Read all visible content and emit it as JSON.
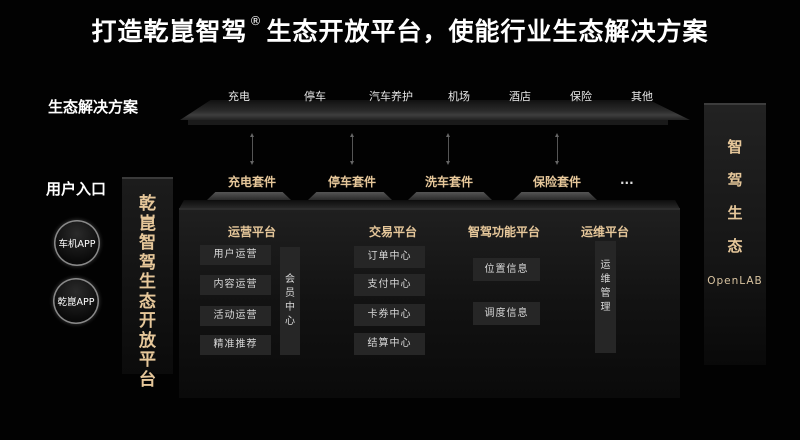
{
  "title": {
    "text_before": "打造乾崑智驾",
    "reg_mark": "®",
    "text_after": "生态开放平台，使能行业生态解决方案"
  },
  "colors": {
    "background": "#020202",
    "gold": "#e6c79a",
    "box": "#262626"
  },
  "solutions": {
    "label": "生态解决方案",
    "items": [
      "充电",
      "停车",
      "汽车养护",
      "机场",
      "酒店",
      "保险",
      "其他"
    ]
  },
  "kits": {
    "items": [
      "充电套件",
      "停车套件",
      "洗车套件",
      "保险套件"
    ],
    "more": "..."
  },
  "user_entry": {
    "label": "用户入口",
    "apps": [
      "车机APP",
      "乾崑APP"
    ]
  },
  "open_platform": {
    "label": "乾崑智驾生态开放平台",
    "chars": [
      "乾",
      "崑",
      "智",
      "驾",
      "生",
      "态",
      "开",
      "放",
      "平",
      "台"
    ]
  },
  "platforms": {
    "operation": {
      "title": "运营平台",
      "items": [
        "用户运营",
        "内容运营",
        "活动运营",
        "精准推荐"
      ],
      "member_center": [
        "会",
        "员",
        "中",
        "心"
      ]
    },
    "trade": {
      "title": "交易平台",
      "items": [
        "订单中心",
        "支付中心",
        "卡券中心",
        "结算中心"
      ]
    },
    "smart_driving": {
      "title": "智驾功能平台",
      "items": [
        "位置信息",
        "调度信息"
      ]
    },
    "ops": {
      "title": "运维平台",
      "vertical": [
        "运",
        "维",
        "管",
        "理"
      ]
    }
  },
  "ecosystem": {
    "chars": [
      "智",
      "驾",
      "生",
      "态"
    ],
    "sub": "OpenLAB"
  }
}
